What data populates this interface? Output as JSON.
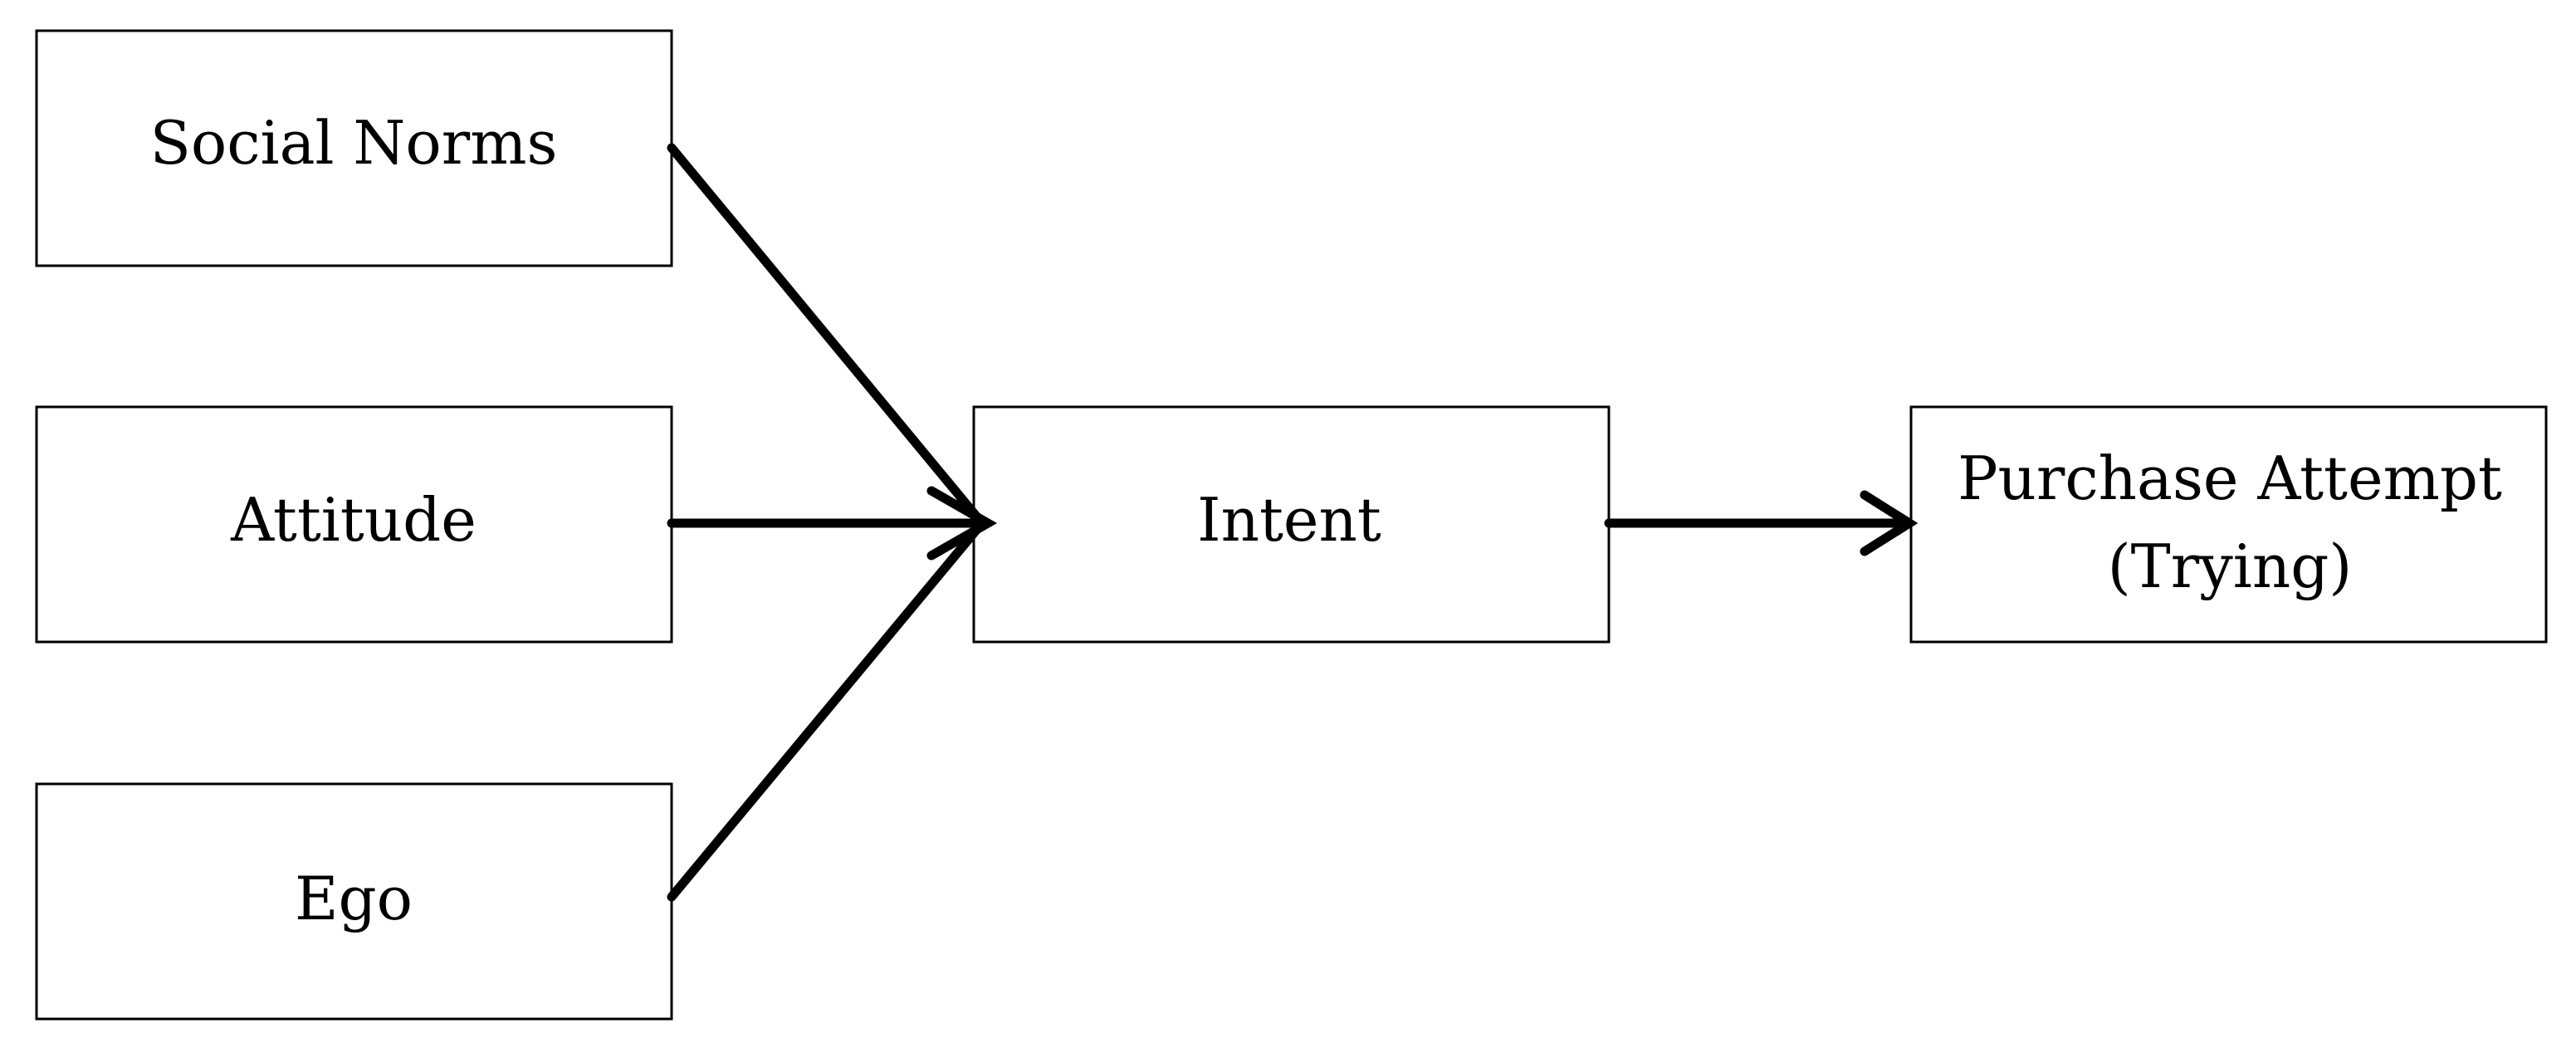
{
  "diagram": {
    "nodes": {
      "social_norms": {
        "label": "Social Norms"
      },
      "attitude": {
        "label": "Attitude"
      },
      "ego": {
        "label": "Ego"
      },
      "intent": {
        "label": "Intent"
      },
      "purchase_attempt": {
        "label_line1": "Purchase Attempt",
        "label_line2": "(Trying)"
      }
    },
    "edges": [
      {
        "from": "social_norms",
        "to": "intent"
      },
      {
        "from": "attitude",
        "to": "intent"
      },
      {
        "from": "ego",
        "to": "intent"
      },
      {
        "from": "intent",
        "to": "purchase_attempt"
      }
    ],
    "colors": {
      "stroke": "#000000",
      "background": "#ffffff"
    }
  }
}
